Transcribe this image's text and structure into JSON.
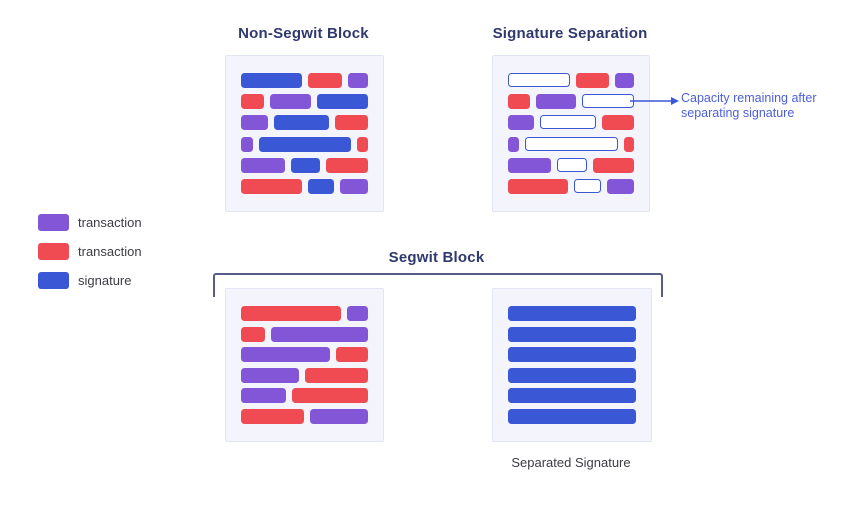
{
  "colors": {
    "transaction_purple": "#8355D7",
    "transaction_red": "#F04A52",
    "signature_blue": "#3A57D6",
    "box_background": "#F4F5FC",
    "box_border": "#E2E5F4",
    "title_text": "#30396D",
    "annotation_text": "#4D5FD8",
    "label_text": "#3C3C43",
    "bracket": "#575E85"
  },
  "legend": {
    "items": [
      {
        "label": "transaction",
        "color": "purple"
      },
      {
        "label": "transaction",
        "color": "red"
      },
      {
        "label": "signature",
        "color": "blue"
      }
    ]
  },
  "blocks": {
    "non_segwit": {
      "title": "Non-Segwit Block",
      "rows": [
        [
          {
            "t": "blue",
            "w": 68
          },
          {
            "t": "red",
            "w": 38
          },
          {
            "t": "purple",
            "w": 22
          }
        ],
        [
          {
            "t": "red",
            "w": 24
          },
          {
            "t": "purple",
            "w": 43
          },
          {
            "t": "blue",
            "w": 54
          }
        ],
        [
          {
            "t": "purple",
            "w": 28
          },
          {
            "t": "blue",
            "w": 58
          },
          {
            "t": "red",
            "w": 34
          }
        ],
        [
          {
            "t": "purple",
            "w": 12
          },
          {
            "t": "blue",
            "w": 95
          },
          {
            "t": "red",
            "w": 11
          }
        ],
        [
          {
            "t": "purple",
            "w": 46
          },
          {
            "t": "blue",
            "w": 30
          },
          {
            "t": "red",
            "w": 44
          }
        ],
        [
          {
            "t": "red",
            "w": 64
          },
          {
            "t": "blue",
            "w": 27
          },
          {
            "t": "purple",
            "w": 29
          }
        ]
      ]
    },
    "signature_separation": {
      "title": "Signature Separation",
      "annotation": "Capacity remaining after separating signature",
      "rows": [
        [
          {
            "t": "empty",
            "w": 68
          },
          {
            "t": "red",
            "w": 38
          },
          {
            "t": "purple",
            "w": 22
          }
        ],
        [
          {
            "t": "red",
            "w": 24
          },
          {
            "t": "purple",
            "w": 43
          },
          {
            "t": "empty",
            "w": 54
          }
        ],
        [
          {
            "t": "purple",
            "w": 28
          },
          {
            "t": "empty",
            "w": 58
          },
          {
            "t": "red",
            "w": 34
          }
        ],
        [
          {
            "t": "purple",
            "w": 12
          },
          {
            "t": "empty",
            "w": 95
          },
          {
            "t": "red",
            "w": 11
          }
        ],
        [
          {
            "t": "purple",
            "w": 46
          },
          {
            "t": "empty",
            "w": 30
          },
          {
            "t": "red",
            "w": 44
          }
        ],
        [
          {
            "t": "red",
            "w": 64
          },
          {
            "t": "empty",
            "w": 27
          },
          {
            "t": "purple",
            "w": 29
          }
        ]
      ]
    },
    "segwit": {
      "title": "Segwit Block",
      "transactions": {
        "rows": [
          [
            {
              "t": "red",
              "w": 104
            },
            {
              "t": "purple",
              "w": 22
            }
          ],
          [
            {
              "t": "red",
              "w": 24
            },
            {
              "t": "purple",
              "w": 99
            }
          ],
          [
            {
              "t": "purple",
              "w": 90
            },
            {
              "t": "red",
              "w": 33
            }
          ],
          [
            {
              "t": "purple",
              "w": 59
            },
            {
              "t": "red",
              "w": 64
            }
          ],
          [
            {
              "t": "purple",
              "w": 46
            },
            {
              "t": "red",
              "w": 78
            }
          ],
          [
            {
              "t": "red",
              "w": 65
            },
            {
              "t": "purple",
              "w": 60
            }
          ]
        ]
      },
      "separated_signature": {
        "label": "Separated Signature",
        "rows": [
          [
            {
              "t": "blue",
              "w": 1
            }
          ],
          [
            {
              "t": "blue",
              "w": 1
            }
          ],
          [
            {
              "t": "blue",
              "w": 1
            }
          ],
          [
            {
              "t": "blue",
              "w": 1
            }
          ],
          [
            {
              "t": "blue",
              "w": 1
            }
          ],
          [
            {
              "t": "blue",
              "w": 1
            }
          ]
        ]
      }
    }
  }
}
